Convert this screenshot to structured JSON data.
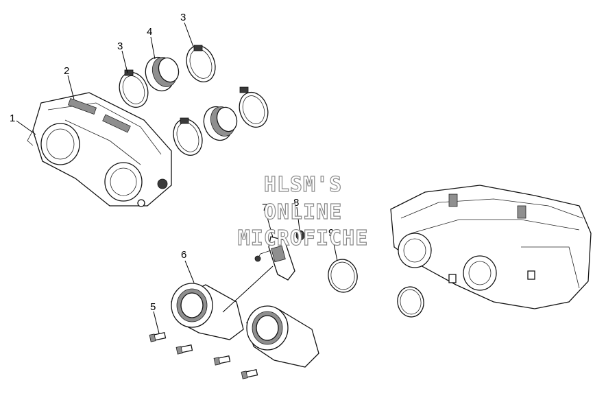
{
  "callouts": [
    {
      "id": "c1",
      "label": "1"
    },
    {
      "id": "c2",
      "label": "2"
    },
    {
      "id": "c3a",
      "label": "3"
    },
    {
      "id": "c3b",
      "label": "3"
    },
    {
      "id": "c4",
      "label": "4"
    },
    {
      "id": "c5",
      "label": "5"
    },
    {
      "id": "c6",
      "label": "6"
    },
    {
      "id": "c7",
      "label": "7"
    },
    {
      "id": "c8",
      "label": "8"
    },
    {
      "id": "c9",
      "label": "9"
    }
  ],
  "watermark": {
    "line1": "HLSM'S",
    "line2": "ONLINE",
    "line3": "MICROFICHE"
  }
}
